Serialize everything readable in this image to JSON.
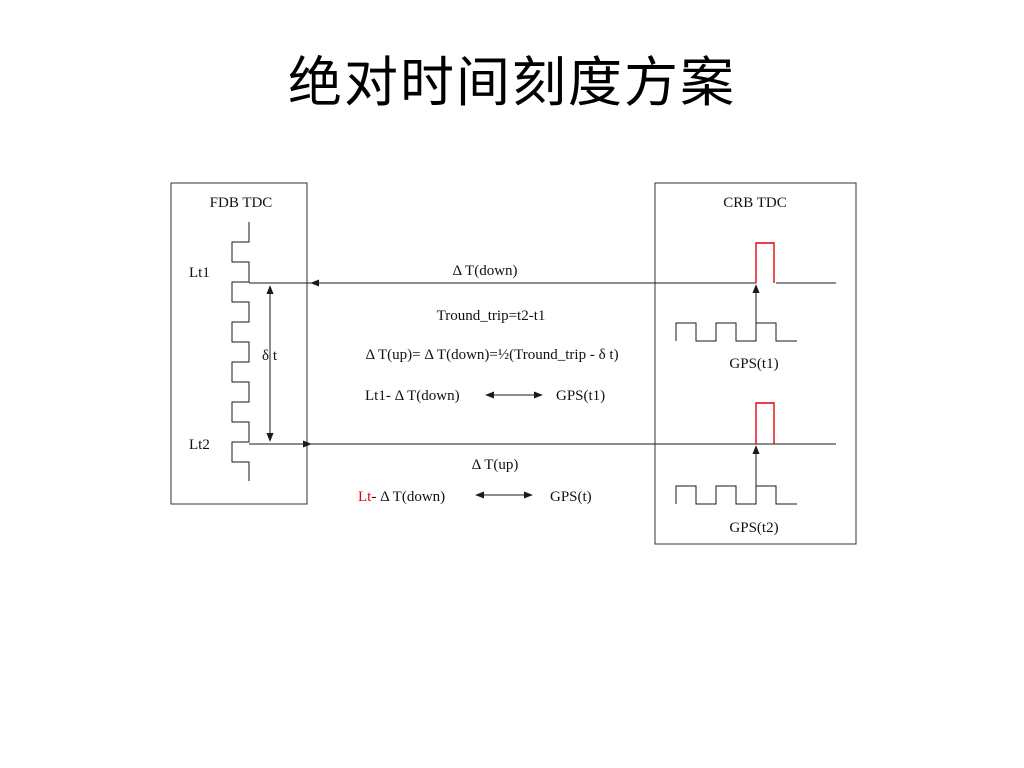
{
  "slide": {
    "title": "绝对时间刻度方案"
  },
  "diagram": {
    "left_box": {
      "title": "FDB TDC",
      "labels": {
        "lt1": "Lt1",
        "lt2": "Lt2",
        "delta_t": "δ t"
      }
    },
    "right_box": {
      "title": "CRB TDC",
      "labels": {
        "gps_t1": "GPS(t1)",
        "gps_t2": "GPS(t2)"
      }
    },
    "center": {
      "top_arrow_label": "Δ T(down)",
      "bottom_arrow_label": "Δ T(up)",
      "round_trip": "Tround_trip=t2-t1",
      "formula": "Δ T(up)= Δ T(down)=½(Tround_trip - δ t)",
      "mapping1": {
        "left": "Lt1- Δ T(down)",
        "right": "GPS(t1)"
      },
      "mapping2": {
        "left_red": "Lt",
        "left_rest": "- Δ T(down)",
        "right": "GPS(t)"
      }
    },
    "colors": {
      "line": "#1a1a1a",
      "highlight": "#e8000b"
    }
  }
}
